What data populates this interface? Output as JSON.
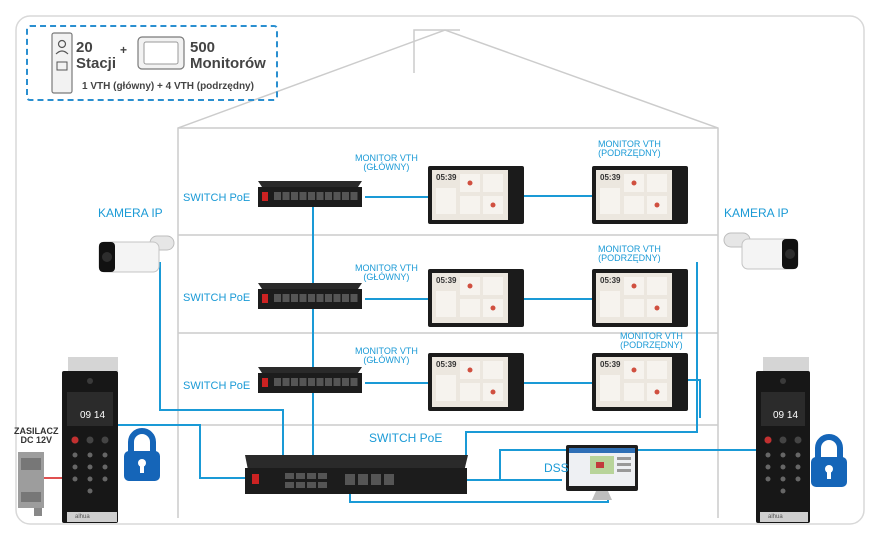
{
  "legend": {
    "stations_count": "20",
    "stations_label": "Stacji",
    "plus": "+",
    "monitors_count": "500",
    "monitors_label": "Monitorów",
    "config_note": "1 VTH (główny) + 4 VTH (podrzędny)"
  },
  "floors": [
    {
      "switch_label": "SWITCH PoE",
      "main_monitor_label": "MONITOR VTH\n(GŁÓWNY)",
      "sub_monitor_label": "MONITOR VTH\n(PODRZĘDNY)",
      "screen_time": "05:39"
    },
    {
      "switch_label": "SWITCH PoE",
      "main_monitor_label": "MONITOR VTH\n(GŁÓWNY)",
      "sub_monitor_label": "MONITOR VTH\n(PODRZĘDNY)",
      "screen_time": "05:39"
    },
    {
      "switch_label": "SWITCH PoE",
      "main_monitor_label": "MONITOR VTH\n(GŁÓWNY)",
      "sub_monitor_label": "MONITOR VTH\n(PODRZĘDNY)",
      "screen_time": "05:39"
    }
  ],
  "camera_left_label": "KAMERA IP",
  "camera_right_label": "KAMERA IP",
  "main_switch_label": "SWITCH PoE",
  "dss_label": "DSS",
  "power_supply_label": "ZASILACZ\nDC 12V",
  "door_station_time": "09 14",
  "brand": "alhua",
  "colors": {
    "accent": "#1a9ad6",
    "lock": "#1565b8",
    "house": "#cfcfcf",
    "device": "#1c1c1c"
  }
}
